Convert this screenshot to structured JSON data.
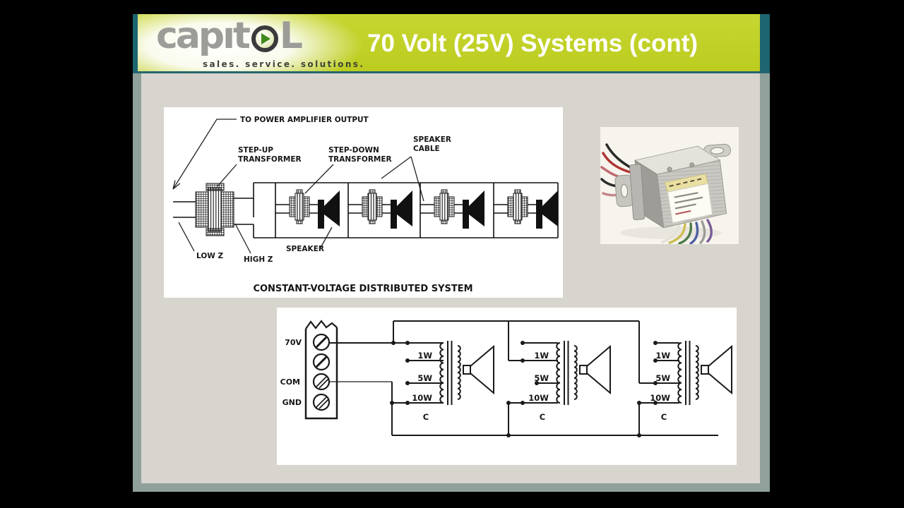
{
  "header": {
    "title": "70 Volt (25V) Systems (cont)",
    "logo": {
      "pre": "capıt",
      "post": "L",
      "tagline": "sales. service. solutions."
    }
  },
  "top_diagram": {
    "to_power": "TO POWER AMPLIFIER OUTPUT",
    "step_up_line1": "STEP-UP",
    "step_up_line2": "TRANSFORMER",
    "step_down_line1": "STEP-DOWN",
    "step_down_line2": "TRANSFORMER",
    "speaker_cable_line1": "SPEAKER",
    "speaker_cable_line2": "CABLE",
    "speaker": "SPEAKER",
    "low_z": "LOW Z",
    "high_z": "HIGH Z",
    "caption": "CONSTANT-VOLTAGE DISTRIBUTED SYSTEM"
  },
  "bottom_diagram": {
    "terminal_70v": "70V",
    "terminal_com": "COM",
    "terminal_gnd": "GND",
    "units": [
      {
        "tap1": "1W",
        "tap2": "5W",
        "tap3": "10W",
        "common": "C"
      },
      {
        "tap1": "1W",
        "tap2": "5W",
        "tap3": "10W",
        "common": "C"
      },
      {
        "tap1": "1W",
        "tap2": "5W",
        "tap3": "10W",
        "common": "C"
      }
    ]
  }
}
